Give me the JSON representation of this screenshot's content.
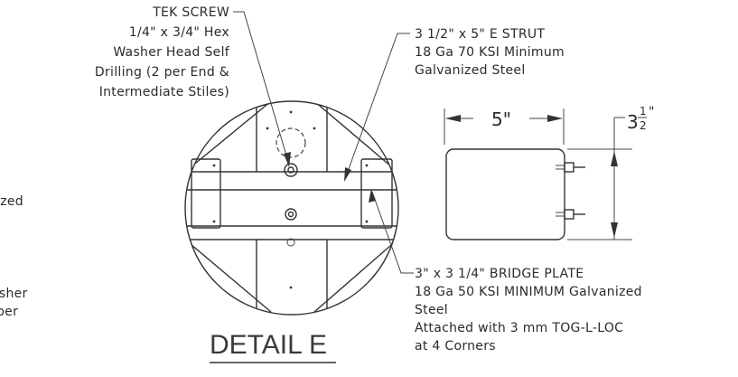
{
  "colors": {
    "ink": "#2b2b2b",
    "paper": "#ffffff"
  },
  "detail_title": "DETAIL E",
  "left_margin_fragments": [
    "ized",
    "asher",
    "per"
  ],
  "callout_tek_screw": [
    "TEK SCREW",
    "1/4\" x 3/4\" Hex",
    "Washer Head Self",
    "Drilling (2 per End &",
    "Intermediate Stiles)"
  ],
  "callout_strut": [
    "3 1/2\" x 5\" E STRUT",
    "18 Ga 70 KSI Minimum",
    "Galvanized Steel"
  ],
  "callout_bridge_plate": [
    "3\" x 3 1/4\" BRIDGE PLATE",
    "18 Ga 50 KSI MINIMUM Galvanized",
    "Steel",
    "Attached with 3 mm TOG-L-LOC",
    "at 4 Corners"
  ],
  "dimensions": {
    "width": "5\"",
    "height_whole": "3",
    "height_num": "1",
    "height_den": "2",
    "height_unit": "\""
  }
}
